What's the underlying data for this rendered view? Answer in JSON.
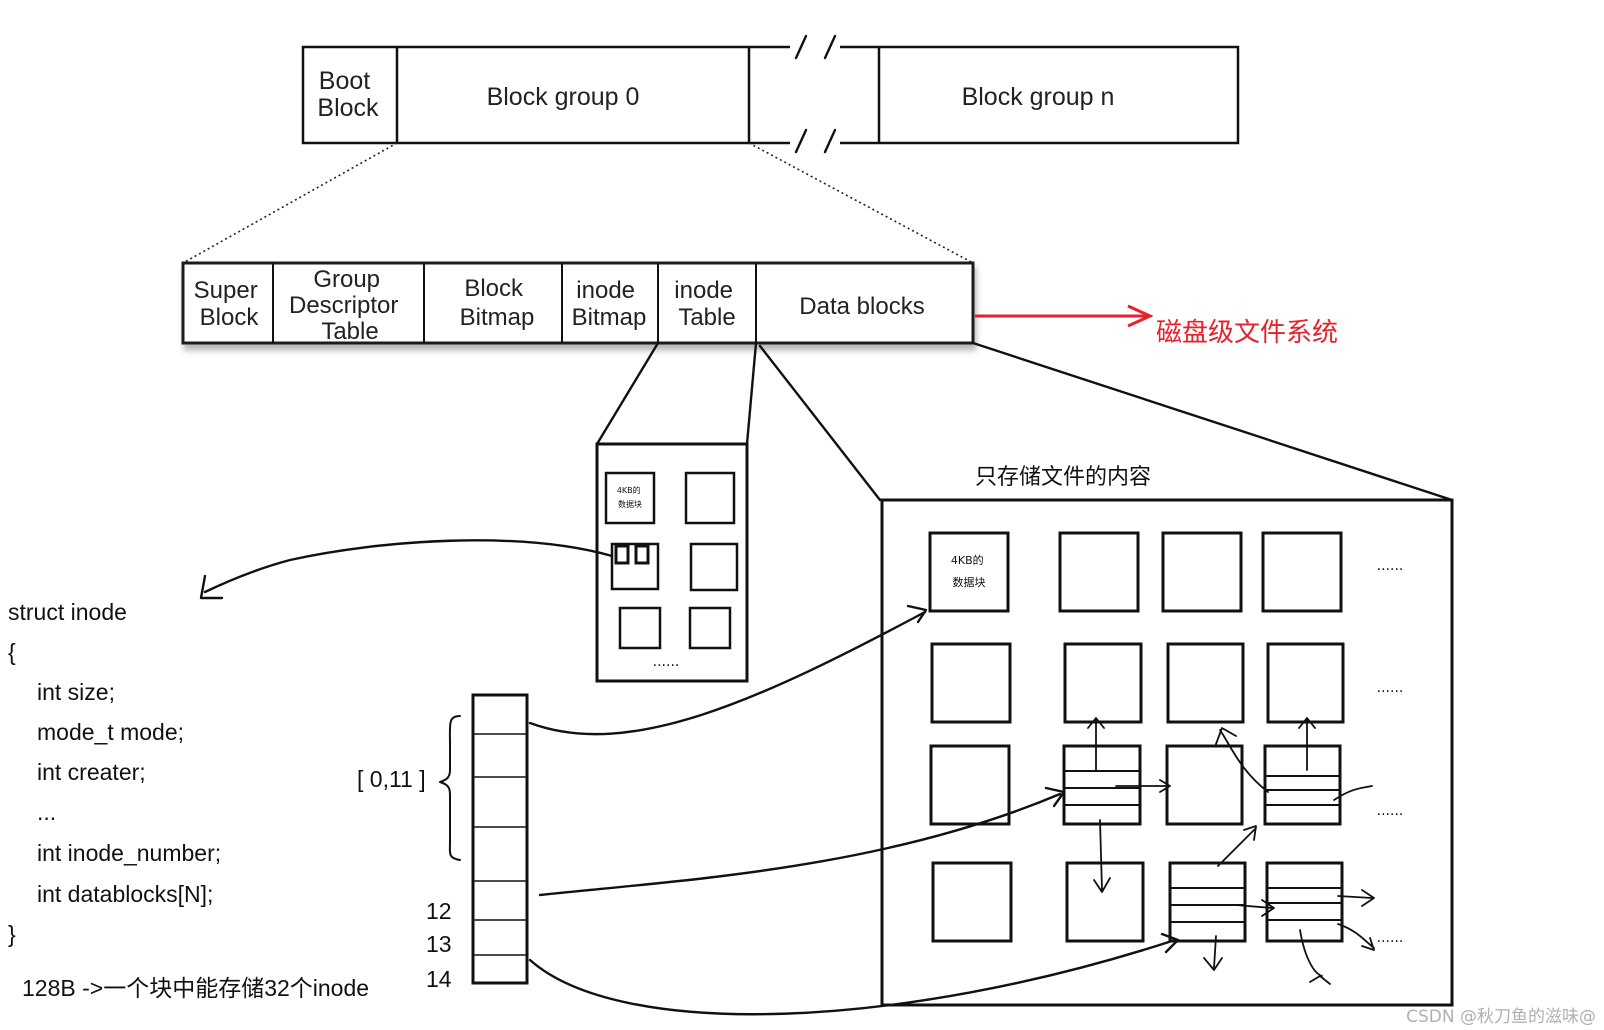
{
  "top_bar": {
    "boot_block": [
      "Boot",
      "Block"
    ],
    "block_group_0": "Block group 0",
    "block_group_n": "Block group n"
  },
  "group_bar": {
    "super_block": [
      "Super",
      "Block"
    ],
    "group_descriptor_table": [
      "Group",
      "Descriptor",
      "Table"
    ],
    "block_bitmap": [
      "Block",
      "Bitmap"
    ],
    "inode_bitmap": [
      "inode",
      "Bitmap"
    ],
    "inode_table": [
      "inode",
      "Table"
    ],
    "data_blocks": "Data blocks"
  },
  "disk_fs_label": "磁盘级文件系统",
  "inode_table_zoom": {
    "block_label": [
      "4KB的",
      "数据块"
    ],
    "ellipsis": "......"
  },
  "data_zoom": {
    "caption": "只存储文件的内容",
    "block_label": [
      "4KB的",
      "数据块"
    ],
    "ellipsis": "......"
  },
  "struct_code": {
    "lines": [
      "struct inode",
      "{",
      "int size;",
      "mode_t  mode;",
      "int creater;",
      "...",
      "int inode_number;",
      "int datablocks[N];",
      "}"
    ],
    "size_note": "128B  ->一个块中能存储32个inode"
  },
  "array_labels": {
    "range": "[ 0,11 ]",
    "idx12": "12",
    "idx13": "13",
    "idx14": "14"
  },
  "watermark": "CSDN @秋刀鱼的滋味@",
  "colors": {
    "accent_red": "#e8202a",
    "ink": "#111111",
    "watermark": "#b0b0b0"
  }
}
